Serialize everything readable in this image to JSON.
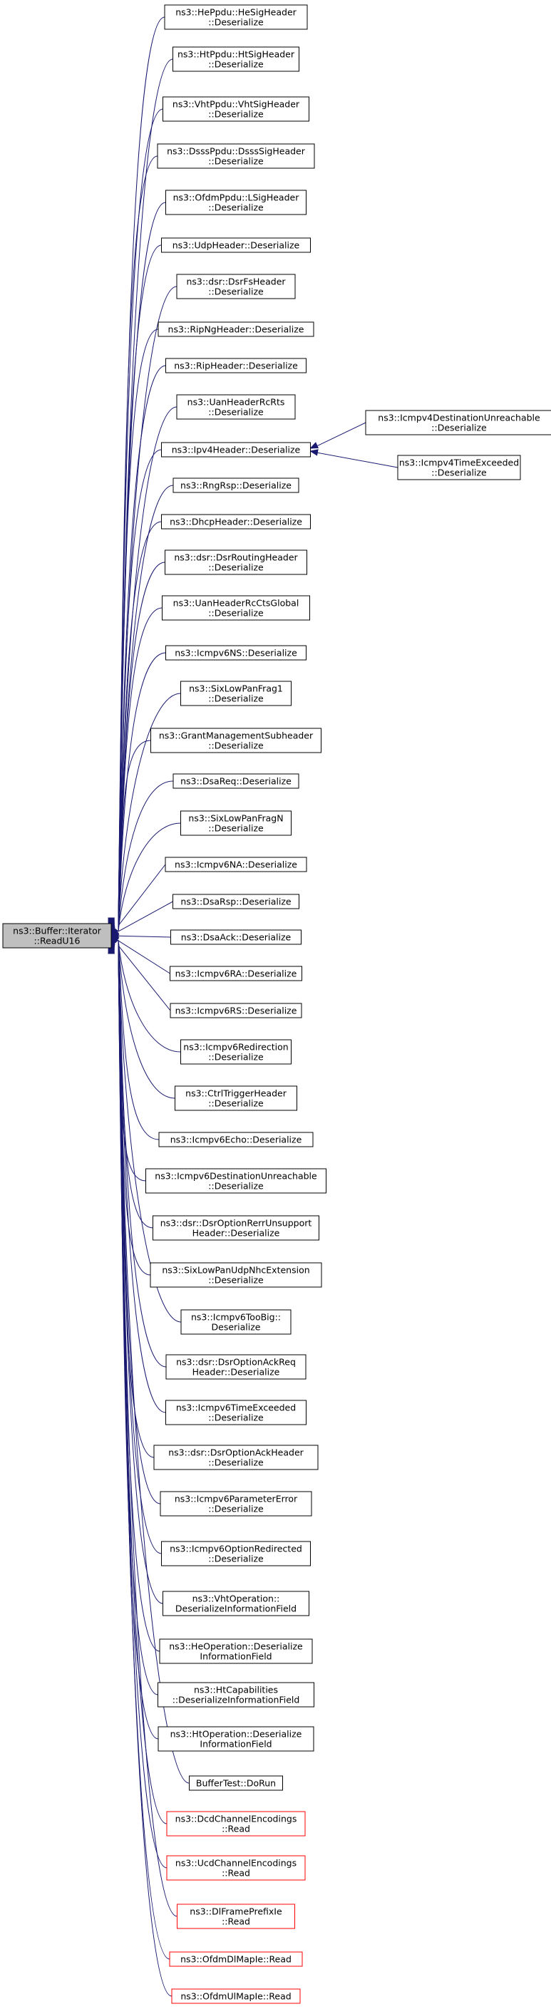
{
  "root": {
    "lines": [
      "ns3::Buffer::Iterator",
      "::ReadU16"
    ]
  },
  "callers": [
    {
      "lines": [
        "ns3::HePpdu::HeSigHeader",
        "::Deserialize"
      ]
    },
    {
      "lines": [
        "ns3::HtPpdu::HtSigHeader",
        "::Deserialize"
      ]
    },
    {
      "lines": [
        "ns3::VhtPpdu::VhtSigHeader",
        "::Deserialize"
      ]
    },
    {
      "lines": [
        "ns3::DsssPpdu::DsssSigHeader",
        "::Deserialize"
      ]
    },
    {
      "lines": [
        "ns3::OfdmPpdu::LSigHeader",
        "::Deserialize"
      ]
    },
    {
      "lines": [
        "ns3::UdpHeader::Deserialize"
      ]
    },
    {
      "lines": [
        "ns3::dsr::DsrFsHeader",
        "::Deserialize"
      ]
    },
    {
      "lines": [
        "ns3::RipNgHeader::Deserialize"
      ]
    },
    {
      "lines": [
        "ns3::RipHeader::Deserialize"
      ]
    },
    {
      "lines": [
        "ns3::UanHeaderRcRts",
        "::Deserialize"
      ]
    },
    {
      "lines": [
        "ns3::Ipv4Header::Deserialize"
      ]
    },
    {
      "lines": [
        "ns3::RngRsp::Deserialize"
      ]
    },
    {
      "lines": [
        "ns3::DhcpHeader::Deserialize"
      ]
    },
    {
      "lines": [
        "ns3::dsr::DsrRoutingHeader",
        "::Deserialize"
      ]
    },
    {
      "lines": [
        "ns3::UanHeaderRcCtsGlobal",
        "::Deserialize"
      ]
    },
    {
      "lines": [
        "ns3::Icmpv6NS::Deserialize"
      ]
    },
    {
      "lines": [
        "ns3::SixLowPanFrag1",
        "::Deserialize"
      ]
    },
    {
      "lines": [
        "ns3::GrantManagementSubheader",
        "::Deserialize"
      ]
    },
    {
      "lines": [
        "ns3::DsaReq::Deserialize"
      ]
    },
    {
      "lines": [
        "ns3::SixLowPanFragN",
        "::Deserialize"
      ]
    },
    {
      "lines": [
        "ns3::Icmpv6NA::Deserialize"
      ]
    },
    {
      "lines": [
        "ns3::DsaRsp::Deserialize"
      ]
    },
    {
      "lines": [
        "ns3::DsaAck::Deserialize"
      ]
    },
    {
      "lines": [
        "ns3::Icmpv6RA::Deserialize"
      ]
    },
    {
      "lines": [
        "ns3::Icmpv6RS::Deserialize"
      ]
    },
    {
      "lines": [
        "ns3::Icmpv6Redirection",
        "::Deserialize"
      ]
    },
    {
      "lines": [
        "ns3::CtrlTriggerHeader",
        "::Deserialize"
      ]
    },
    {
      "lines": [
        "ns3::Icmpv6Echo::Deserialize"
      ]
    },
    {
      "lines": [
        "ns3::Icmpv6DestinationUnreachable",
        "::Deserialize"
      ]
    },
    {
      "lines": [
        "ns3::dsr::DsrOptionRerrUnsupport",
        "Header::Deserialize"
      ]
    },
    {
      "lines": [
        "ns3::SixLowPanUdpNhcExtension",
        "::Deserialize"
      ]
    },
    {
      "lines": [
        "ns3::Icmpv6TooBig::",
        "Deserialize"
      ]
    },
    {
      "lines": [
        "ns3::dsr::DsrOptionAckReq",
        "Header::Deserialize"
      ]
    },
    {
      "lines": [
        "ns3::Icmpv6TimeExceeded",
        "::Deserialize"
      ]
    },
    {
      "lines": [
        "ns3::dsr::DsrOptionAckHeader",
        "::Deserialize"
      ]
    },
    {
      "lines": [
        "ns3::Icmpv6ParameterError",
        "::Deserialize"
      ]
    },
    {
      "lines": [
        "ns3::Icmpv6OptionRedirected",
        "::Deserialize"
      ]
    },
    {
      "lines": [
        "ns3::VhtOperation::",
        "DeserializeInformationField"
      ]
    },
    {
      "lines": [
        "ns3::HeOperation::Deserialize",
        "InformationField"
      ]
    },
    {
      "lines": [
        "ns3::HtCapabilities",
        "::DeserializeInformationField"
      ]
    },
    {
      "lines": [
        "ns3::HtOperation::Deserialize",
        "InformationField"
      ]
    },
    {
      "lines": [
        "BufferTest::DoRun"
      ]
    },
    {
      "lines": [
        "ns3::DcdChannelEncodings",
        "::Read"
      ],
      "red": true
    },
    {
      "lines": [
        "ns3::UcdChannelEncodings",
        "::Read"
      ],
      "red": true
    },
    {
      "lines": [
        "ns3::DlFramePrefixIe",
        "::Read"
      ],
      "red": true
    },
    {
      "lines": [
        "ns3::OfdmDlMapIe::Read"
      ],
      "red": true
    },
    {
      "lines": [
        "ns3::OfdmUlMapIe::Read"
      ],
      "red": true
    }
  ],
  "subcallers": [
    {
      "lines": [
        "ns3::Icmpv4DestinationUnreachable",
        "::Deserialize"
      ]
    },
    {
      "lines": [
        "ns3::Icmpv4TimeExceeded",
        "::Deserialize"
      ]
    }
  ],
  "colors": {
    "edge": "#191970",
    "root_fill": "#bfbfbf",
    "node_border": "#000000",
    "incomplete_border": "#ff0000"
  }
}
